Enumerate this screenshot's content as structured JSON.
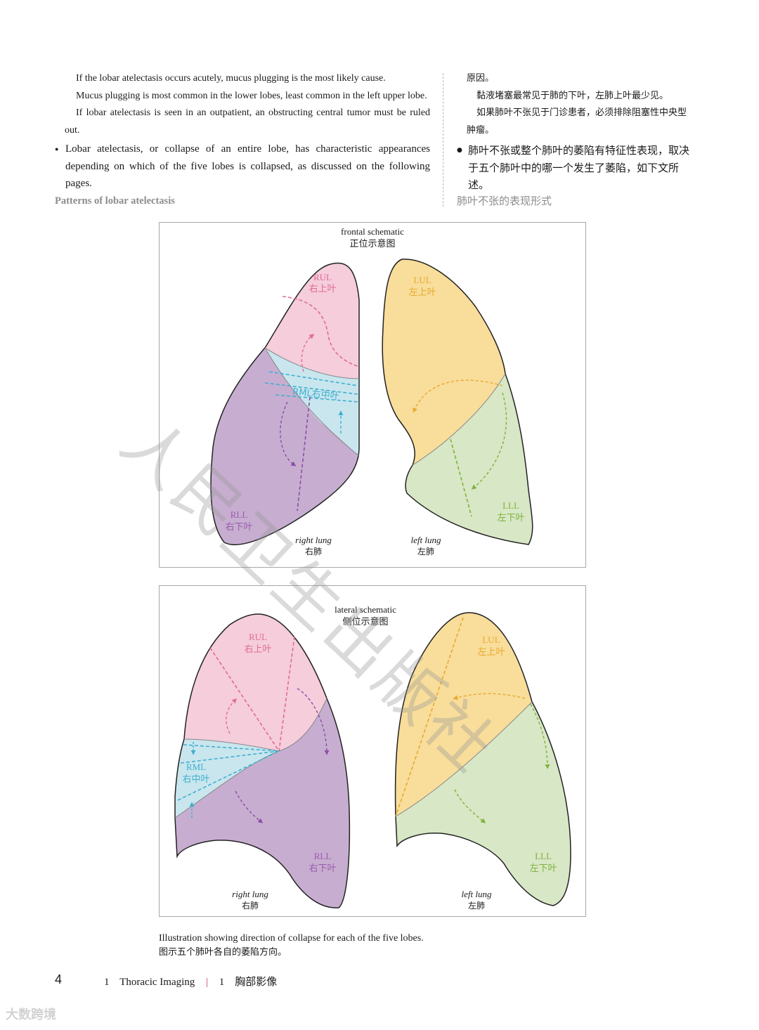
{
  "text_en": {
    "p1": "If the lobar atelectasis occurs acutely, mucus plugging is the most likely cause.",
    "p2": "Mucus plugging is most common in the lower lobes, least common in the left upper lobe.",
    "p3": "If lobar atelectasis is seen in an outpatient, an obstructing central tumor must be ruled out.",
    "bullet": "Lobar atelectasis, or collapse of an entire lobe, has characteristic appearances depending on which of the five lobes is collapsed, as discussed on the following pages.",
    "heading": "Patterns of lobar atelectasis"
  },
  "text_zh": {
    "p1": "原因。",
    "p2": "黏液堵塞最常见于肺的下叶，左肺上叶最少见。",
    "p3": "如果肺叶不张见于门诊患者，必须排除阻塞性中央型肿瘤。",
    "bullet": "肺叶不张或整个肺叶的萎陷有特征性表现，取决于五个肺叶中的哪一个发生了萎陷，如下文所述。",
    "heading": "肺叶不张的表现形式"
  },
  "figure_frontal": {
    "title_en": "frontal schematic",
    "title_zh": "正位示意图",
    "rul": "RUL",
    "rul_zh": "右上叶",
    "rml": "RML右中叶",
    "rll": "RLL",
    "rll_zh": "右下叶",
    "lul": "LUL",
    "lul_zh": "左上叶",
    "lll": "LLL",
    "lll_zh": "左下叶",
    "right_lung": "right lung",
    "right_lung_zh": "右肺",
    "left_lung": "left lung",
    "left_lung_zh": "左肺"
  },
  "figure_lateral": {
    "title_en": "lateral schematic",
    "title_zh": "侧位示意图",
    "rul": "RUL",
    "rul_zh": "右上叶",
    "rml": "RML",
    "rml_zh": "右中叶",
    "rll": "RLL",
    "rll_zh": "右下叶",
    "lul": "LUL",
    "lul_zh": "左上叶",
    "lll": "LLL",
    "lll_zh": "左下叶",
    "right_lung": "right lung",
    "right_lung_zh": "右肺",
    "left_lung": "left lung",
    "left_lung_zh": "左肺"
  },
  "caption": {
    "en": "Illustration showing direction of collapse for each of the five lobes.",
    "zh": "图示五个肺叶各自的萎陷方向。"
  },
  "footer": {
    "page_number": "4",
    "chapter_num_en": "1",
    "chapter_en": "Thoracic Imaging",
    "chapter_num_zh": "1",
    "chapter_zh": "胸部影像"
  },
  "watermark": "人民卫生出版社",
  "corner_logo": "大数跨境",
  "colors": {
    "rul": "#f5cddb",
    "rml": "#c9e6ee",
    "rll": "#c7aed0",
    "lul": "#f8dd9b",
    "lll": "#d8e7c6",
    "rul_text": "#e16a98",
    "rml_text": "#3fb0cf",
    "rll_text": "#9a5ab0",
    "lul_text": "#e8aa2c",
    "lll_text": "#7fb23c"
  }
}
